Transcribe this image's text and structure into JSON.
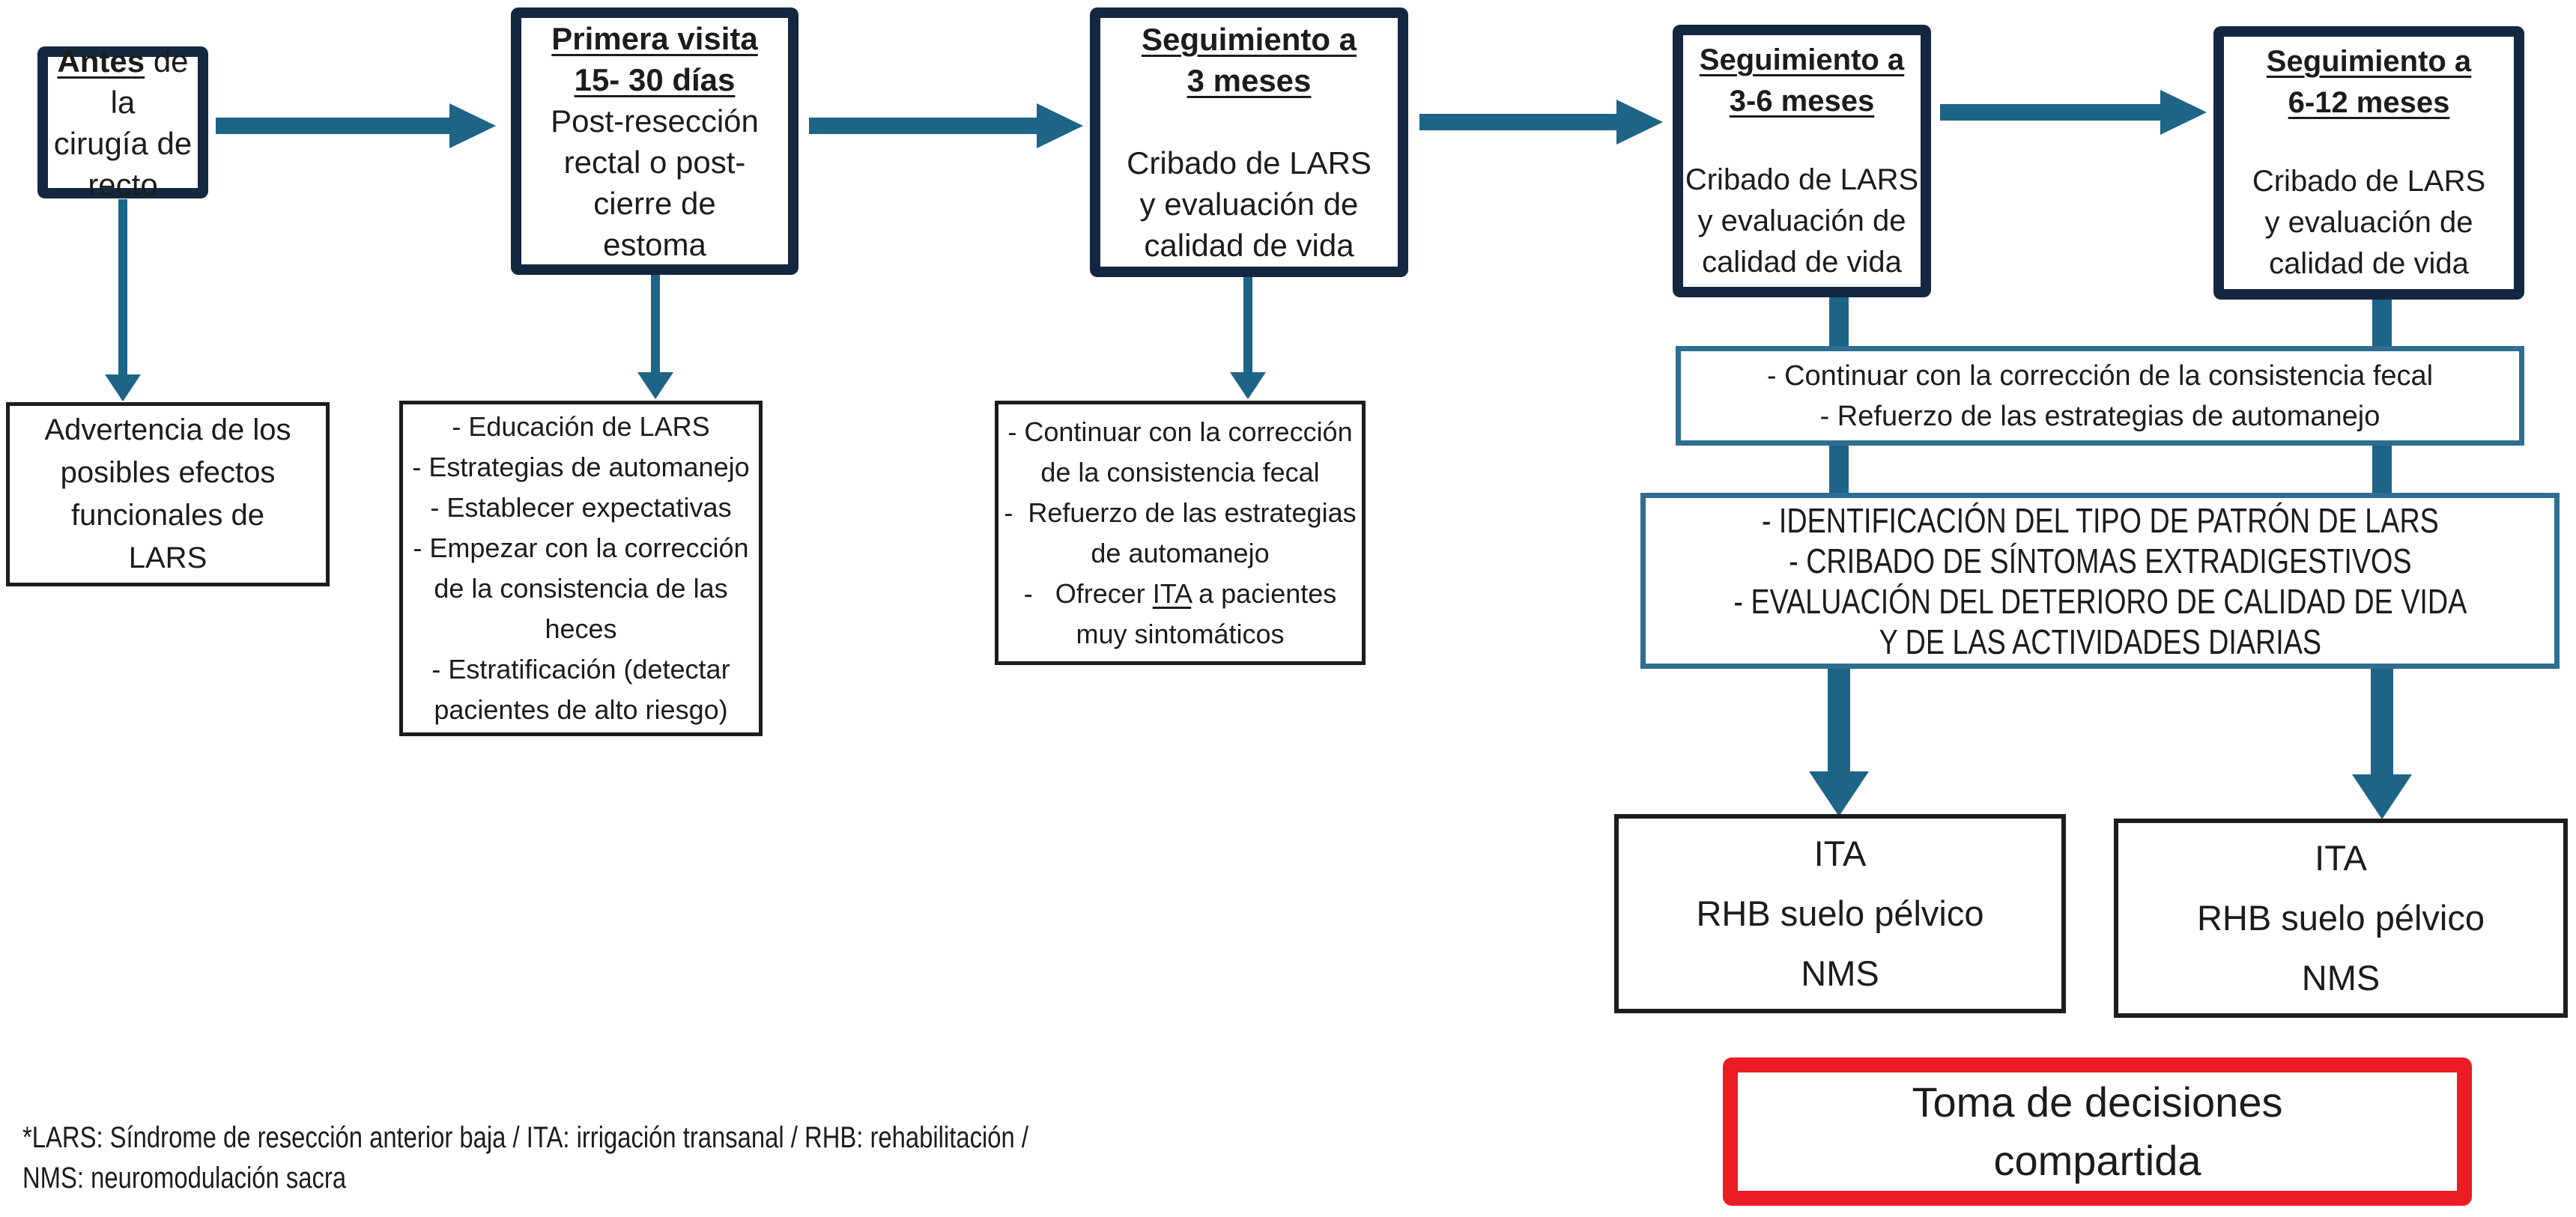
{
  "colors": {
    "navy_border": "#132840",
    "teal_arrow": "#1d6486",
    "teal_box_border": "#2e6e90",
    "red_border": "#ec1c24",
    "text": "#1c1c1c"
  },
  "stage1": {
    "kw": "Antes",
    "rest1": " de la",
    "line2": "cirugía de",
    "line3": "recto"
  },
  "stage2": {
    "title1": "Primera visita",
    "title2": "15- 30 días",
    "body": [
      "Post-resección",
      "rectal o post-",
      "cierre de",
      "estoma"
    ]
  },
  "stage3": {
    "title1": "Seguimiento a",
    "title2": "3 meses",
    "body": [
      "Cribado de LARS",
      "y evaluación de",
      "calidad de vida"
    ]
  },
  "stage4": {
    "title1": "Seguimiento a",
    "title2": "3-6 meses",
    "body": [
      "Cribado de LARS",
      "y evaluación de",
      "calidad de vida"
    ]
  },
  "stage5": {
    "title1": "Seguimiento a",
    "title2": "6-12 meses",
    "body": [
      "Cribado de LARS",
      "y evaluación de",
      "calidad de vida"
    ]
  },
  "detail1": {
    "lines": [
      "Advertencia de los",
      "posibles efectos",
      "funcionales de",
      "LARS"
    ]
  },
  "detail2": {
    "lines": [
      "- Educación de LARS",
      "- Estrategias de automanejo",
      "- Establecer expectativas",
      "- Empezar con la corrección",
      "de la consistencia de las",
      "heces",
      "- Estratificación (detectar",
      "pacientes de alto riesgo)"
    ]
  },
  "detail3": {
    "l1": "- Continuar con la corrección",
    "l2": "de la consistencia fecal",
    "l3": "-  Refuerzo de las estrategias",
    "l4": "de automanejo",
    "l5a": "-   Ofrecer ",
    "l5b": "ITA",
    "l5c": " a pacientes",
    "l6": "muy sintomáticos"
  },
  "followup1": {
    "lines": [
      "- Continuar con la corrección de la consistencia fecal",
      "- Refuerzo de las estrategias de automanejo"
    ]
  },
  "followup2": {
    "lines": [
      "- IDENTIFICACIÓN DEL TIPO DE PATRÓN DE LARS",
      "- CRIBADO DE SÍNTOMAS EXTRADIGESTIVOS",
      "- EVALUACIÓN DEL DETERIORO DE CALIDAD DE VIDA",
      "Y DE LAS ACTIVIDADES DIARIAS"
    ]
  },
  "treatment_left": {
    "lines": [
      "ITA",
      "RHB suelo pélvico",
      "NMS"
    ]
  },
  "treatment_right": {
    "lines": [
      "ITA",
      "RHB suelo pélvico",
      "NMS"
    ]
  },
  "decision": {
    "lines": [
      "Toma de decisiones",
      "compartida"
    ]
  },
  "footnote": {
    "lines": [
      "*LARS: Síndrome de resección anterior baja / ITA: irrigación transanal / RHB: rehabilitación /",
      "NMS: neuromodulación sacra"
    ]
  }
}
